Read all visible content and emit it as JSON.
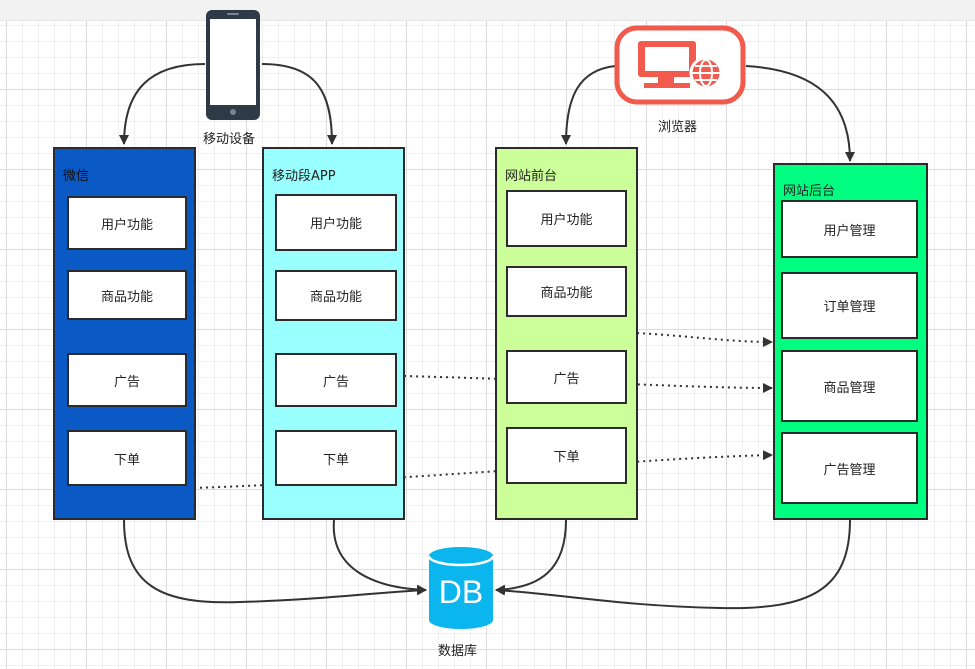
{
  "devices": {
    "mobile": {
      "label": "移动设备",
      "icon": "mobile-phone-icon"
    },
    "browser": {
      "label": "浏览器",
      "icon": "browser-icon"
    },
    "database": {
      "label": "数据库",
      "icon_text": "DB",
      "icon": "database-icon"
    }
  },
  "panels": {
    "wechat": {
      "title": "微信",
      "color": "#0a59c4",
      "items": [
        "用户功能",
        "商品功能",
        "广告",
        "下单"
      ]
    },
    "app": {
      "title": "移动段APP",
      "color": "#99ffff",
      "items": [
        "用户功能",
        "商品功能",
        "广告",
        "下单"
      ]
    },
    "frontend": {
      "title": "网站前台",
      "color": "#ccff99",
      "items": [
        "用户功能",
        "商品功能",
        "广告",
        "下单"
      ]
    },
    "backend": {
      "title": "网站后台",
      "color": "#00ff80",
      "items": [
        "用户管理",
        "订单管理",
        "商品管理",
        "广告管理"
      ]
    }
  },
  "colors": {
    "browser_red": "#f25a4e",
    "db_blue": "#0bb5ee",
    "line": "#333333"
  }
}
